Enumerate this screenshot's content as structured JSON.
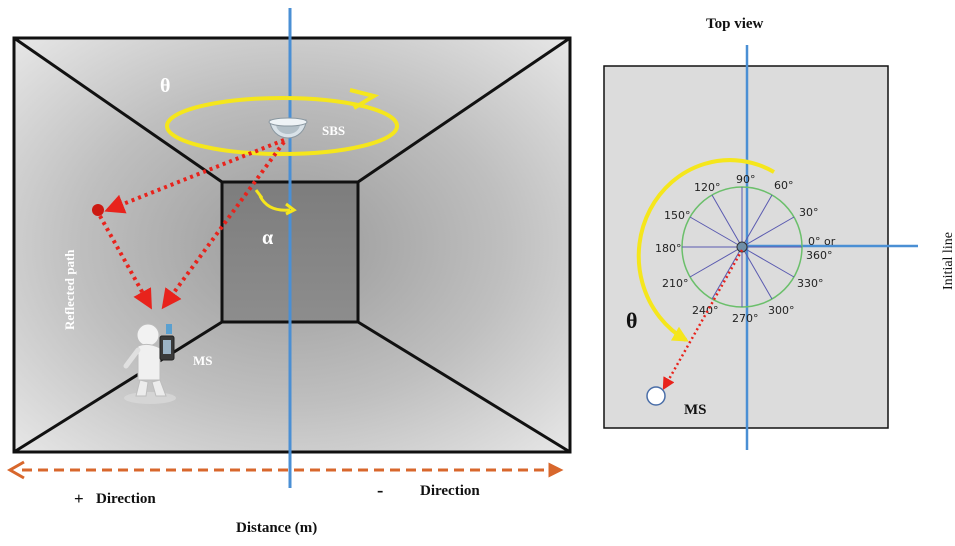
{
  "room": {
    "labels": {
      "theta": "θ",
      "sbs": "SBS",
      "alpha": "α",
      "reflected_path": "Reflected path",
      "ms": "MS"
    }
  },
  "axis": {
    "plus": "+",
    "plus_direction": "Direction",
    "minus": "-",
    "minus_direction": "Direction",
    "distance": "Distance (m)"
  },
  "top_view": {
    "title": "Top view",
    "theta": "θ",
    "ms": "MS",
    "initial_line": "Initial line",
    "angles": [
      {
        "deg": 0,
        "text": "0° or"
      },
      {
        "deg": 0,
        "text": "360°"
      },
      {
        "deg": 30,
        "text": "30°"
      },
      {
        "deg": 60,
        "text": "60°"
      },
      {
        "deg": 90,
        "text": "90°"
      },
      {
        "deg": 120,
        "text": "120°"
      },
      {
        "deg": 150,
        "text": "150°"
      },
      {
        "deg": 180,
        "text": "180°"
      },
      {
        "deg": 210,
        "text": "210°"
      },
      {
        "deg": 240,
        "text": "240°"
      },
      {
        "deg": 270,
        "text": "270°"
      },
      {
        "deg": 300,
        "text": "300°"
      },
      {
        "deg": 330,
        "text": "330°"
      }
    ]
  },
  "colors": {
    "yellow": "#f5e61c",
    "blue": "#4a8fd4",
    "red": "#e8231c",
    "orange": "#d8672c",
    "circle_green": "#6bbf6b",
    "spoke_blue": "#5a5ab0"
  }
}
